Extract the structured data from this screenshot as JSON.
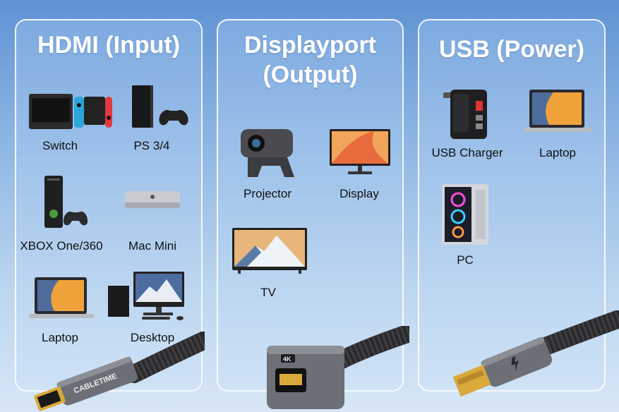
{
  "columns": [
    {
      "title": "HDMI (Input)",
      "devices": [
        {
          "label": "Switch",
          "icon": "game-console-icon"
        },
        {
          "label": "PS 3/4",
          "icon": "playstation-icon"
        },
        {
          "label": "XBOX One/360",
          "icon": "xbox-icon"
        },
        {
          "label": "Mac Mini",
          "icon": "mac-mini-icon"
        },
        {
          "label": "Laptop",
          "icon": "laptop-icon"
        },
        {
          "label": "Desktop",
          "icon": "desktop-icon"
        }
      ],
      "connector": "hdmi-male-connector"
    },
    {
      "title_line1": "Displayport",
      "title_line2": "(Output)",
      "devices": [
        {
          "label": "Projector",
          "icon": "projector-icon"
        },
        {
          "label": "Display",
          "icon": "monitor-icon"
        },
        {
          "label": "TV",
          "icon": "tv-icon"
        }
      ],
      "connector": "displayport-female-connector"
    },
    {
      "title": "USB (Power)",
      "devices": [
        {
          "label": "USB Charger",
          "icon": "usb-charger-icon"
        },
        {
          "label": "Laptop",
          "icon": "laptop-icon"
        },
        {
          "label": "PC",
          "icon": "pc-tower-icon"
        }
      ],
      "connector": "usb-a-connector"
    }
  ],
  "brand": {
    "cable_text": "CABLETIME",
    "badge": "4K"
  },
  "colors": {
    "background": "#8eb7e4",
    "panel_border": "#ffffff",
    "title": "#ffffff",
    "label": "#111111",
    "connector_body": "#6c6f76",
    "braid": "#2a2a2e",
    "gold": "#d9a93a"
  }
}
